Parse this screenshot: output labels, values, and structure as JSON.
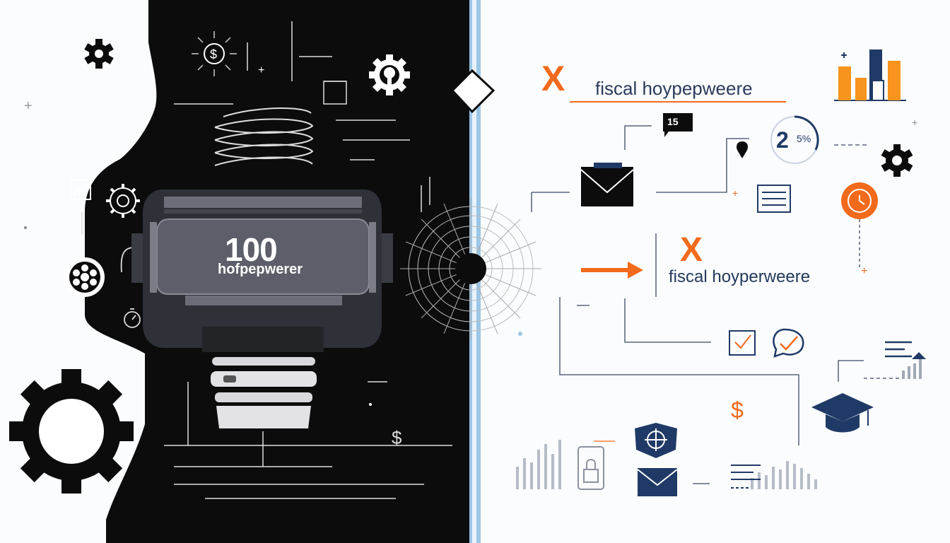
{
  "device": {
    "value": "100",
    "label": "hofpepwerer"
  },
  "header": {
    "x_mark": "X",
    "title": "fiscal hoypepweere"
  },
  "middle": {
    "x_mark": "X",
    "title": "fiscal hoyperweere"
  },
  "gauge": {
    "value": "2",
    "suffix": "5%"
  },
  "badge": {
    "text": "15"
  },
  "symbols": {
    "dollar_orange": "$",
    "dollar_dark": "$",
    "dollar_coin": "$"
  },
  "colors": {
    "dark_panel": "#0c0c0c",
    "accent_orange": "#f26a1b",
    "navy": "#1f3a66",
    "divider_blue": "#9cc6e6"
  },
  "icons": [
    "gear-icon",
    "dollar-coin-icon",
    "lightbulb-gear-icon",
    "bar-chart-icon",
    "envelope-icon",
    "message-badge-icon",
    "percent-gauge-icon",
    "location-pin-icon",
    "document-list-icon",
    "clock-icon",
    "clipboard-check-icon",
    "chat-check-icon",
    "graduation-cap-icon",
    "shield-icon",
    "padlock-icon",
    "text-lines-icon",
    "film-reel-icon",
    "stopwatch-icon",
    "radial-burst-icon",
    "diamond-marker-icon"
  ]
}
